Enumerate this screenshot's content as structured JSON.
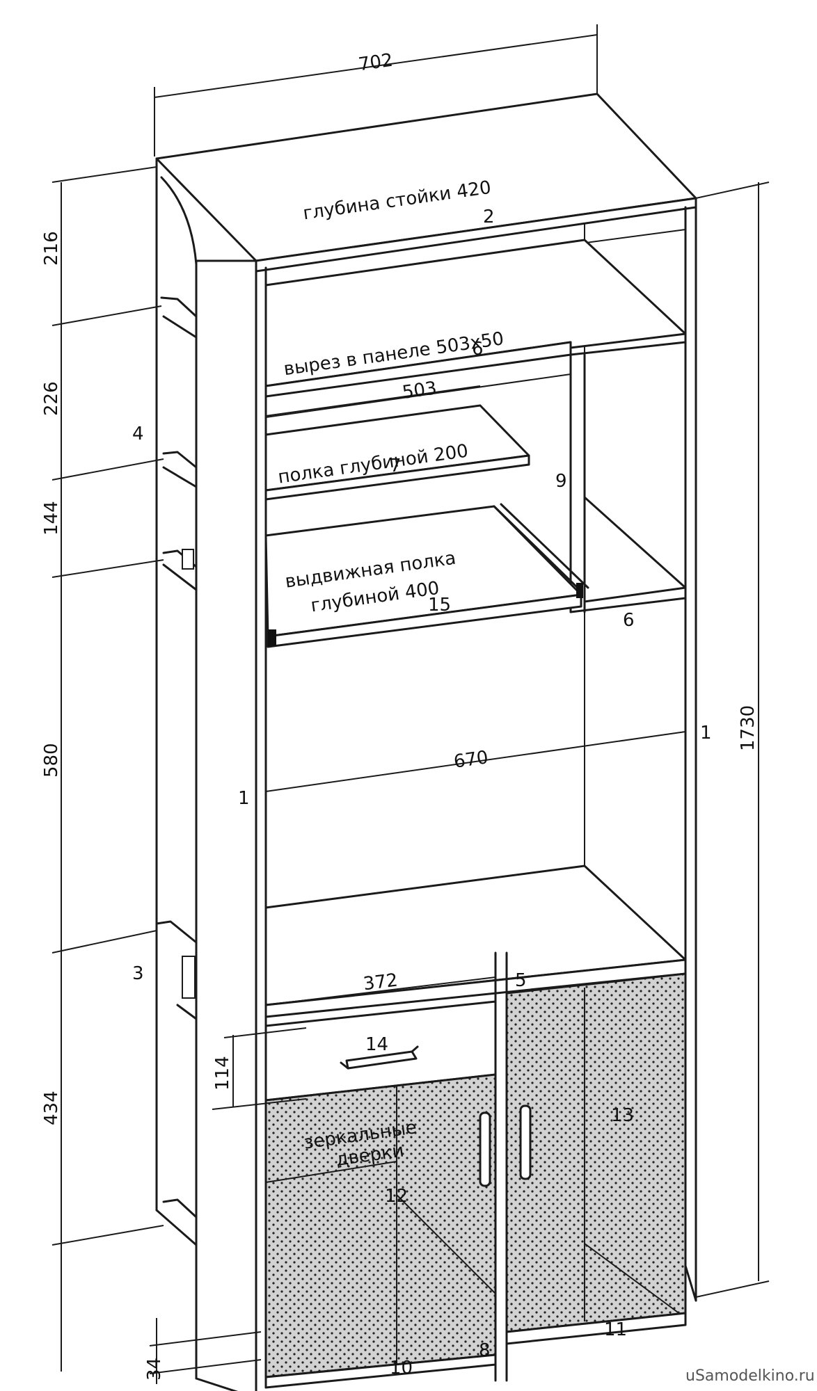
{
  "dimensions": {
    "width": "702",
    "height_total": "1730",
    "h216": "216",
    "h226": "226",
    "h144": "144",
    "h580": "580",
    "h434": "434",
    "h114": "114",
    "h34": "34",
    "w503": "503",
    "w670": "670",
    "w372": "372"
  },
  "annotations": {
    "depth": "глубина стойки 420",
    "cutout": "вырез в панеле 503х50",
    "shelf200": "полка глубиной 200",
    "slide_line1": "выдвижная полка",
    "slide_line2": "глубиной 400",
    "mirror_line1": "зеркальные",
    "mirror_line2": "дверки"
  },
  "parts": {
    "p1a": "1",
    "p1b": "1",
    "p2": "2",
    "p3": "3",
    "p4": "4",
    "p5": "5",
    "p6a": "6",
    "p6b": "6",
    "p7": "7",
    "p8": "8",
    "p9": "9",
    "p10": "10",
    "p11": "11",
    "p12": "12",
    "p13": "13",
    "p14": "14",
    "p15": "15"
  },
  "watermark": "uSamodelkino.ru"
}
